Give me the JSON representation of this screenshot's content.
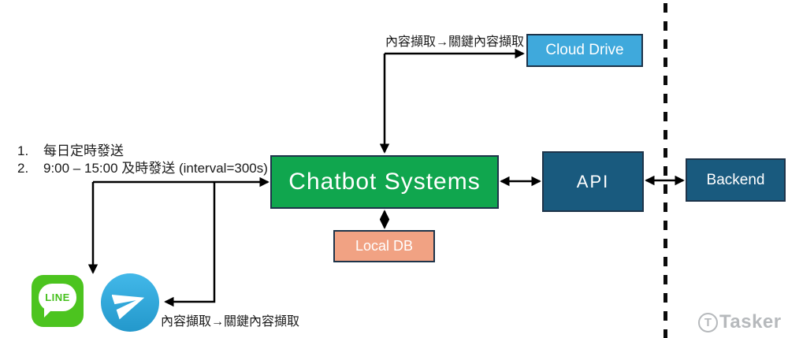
{
  "diagram": {
    "nodes": {
      "chatbot": {
        "label": "Chatbot Systems",
        "color": "#10A64E"
      },
      "cloud_drive": {
        "label": "Cloud Drive",
        "color": "#3FA9DC"
      },
      "api": {
        "label": "API",
        "color": "#195A7E"
      },
      "backend": {
        "label": "Backend",
        "color": "#195A7E"
      },
      "local_db": {
        "label": "Local DB",
        "color": "#F1A283"
      }
    },
    "annotations": {
      "schedule": {
        "items": [
          {
            "num": "1.",
            "text": "每日定時發送"
          },
          {
            "num": "2.",
            "text": "9:00 – 15:00 及時發送 (interval=300s)"
          }
        ]
      },
      "top_flow_label": "內容擷取→關鍵內容擷取",
      "bottom_flow_label": "內容擷取→關鍵內容擷取"
    },
    "messengers": {
      "line_icon_label": "LINE"
    },
    "watermark": {
      "brand": "Tasker",
      "icon_letter": "T"
    },
    "styles": {
      "border_color": "#1d3349",
      "arrow_color": "#000000",
      "line_app_green": "#4CC41F",
      "telegram_blue": "#2E9FD4",
      "watermark_gray": "#b6b9bc"
    }
  }
}
